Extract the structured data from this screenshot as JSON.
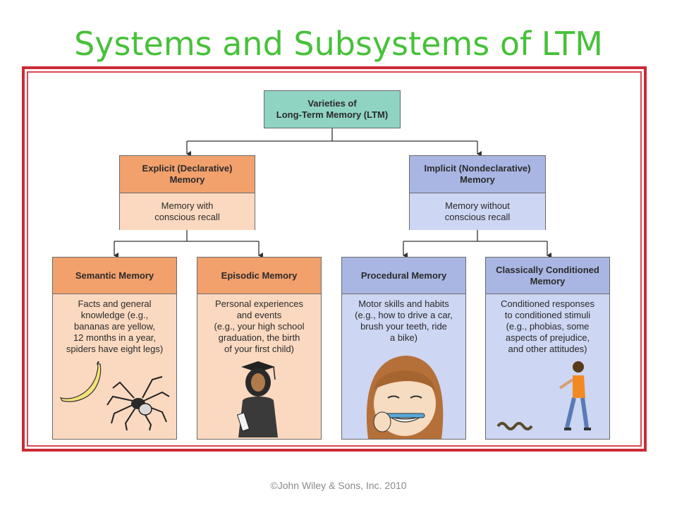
{
  "slide": {
    "title": "Systems and Subsystems of LTM",
    "footer": "©John Wiley & Sons, Inc. 2010"
  },
  "diagram": {
    "root": {
      "line1": "Varieties of",
      "line2": "Long-Term Memory (LTM)"
    },
    "explicit": {
      "head1": "Explicit (Declarative)",
      "head2": "Memory",
      "body1": "Memory with",
      "body2": "conscious recall"
    },
    "implicit": {
      "head1": "Implicit (Nondeclarative)",
      "head2": "Memory",
      "body1": "Memory without",
      "body2": "conscious recall"
    },
    "semantic": {
      "head": "Semantic Memory",
      "lines": [
        "Facts and general",
        "knowledge (e.g.,",
        "bananas are yellow,",
        "12 months in a year,",
        "spiders have eight legs)"
      ]
    },
    "episodic": {
      "head": "Episodic Memory",
      "lines": [
        "Personal experiences",
        "and events",
        "(e.g., your high school",
        "graduation, the birth",
        "of your first child)"
      ]
    },
    "procedural": {
      "head": "Procedural Memory",
      "lines": [
        "Motor skills and habits",
        "(e.g., how to drive a car,",
        "brush your teeth, ride",
        "a bike)"
      ]
    },
    "classical": {
      "head1": "Classically Conditioned",
      "head2": "Memory",
      "lines": [
        "Conditioned responses",
        "to conditioned stimuli",
        "(e.g., phobias, some",
        "aspects of prejudice,",
        "and other attitudes)"
      ]
    },
    "colors": {
      "root": "#8fd3c3",
      "explicit_head": "#f2a06c",
      "explicit_body": "#fbd9c0",
      "implicit_head": "#a9b6e3",
      "implicit_body": "#cdd6f2",
      "title": "#47c13a",
      "frame": "#cc2b34"
    },
    "illustrations": [
      "banana",
      "spider",
      "graduate",
      "toothbrushing-girl",
      "boy-and-snake"
    ]
  }
}
